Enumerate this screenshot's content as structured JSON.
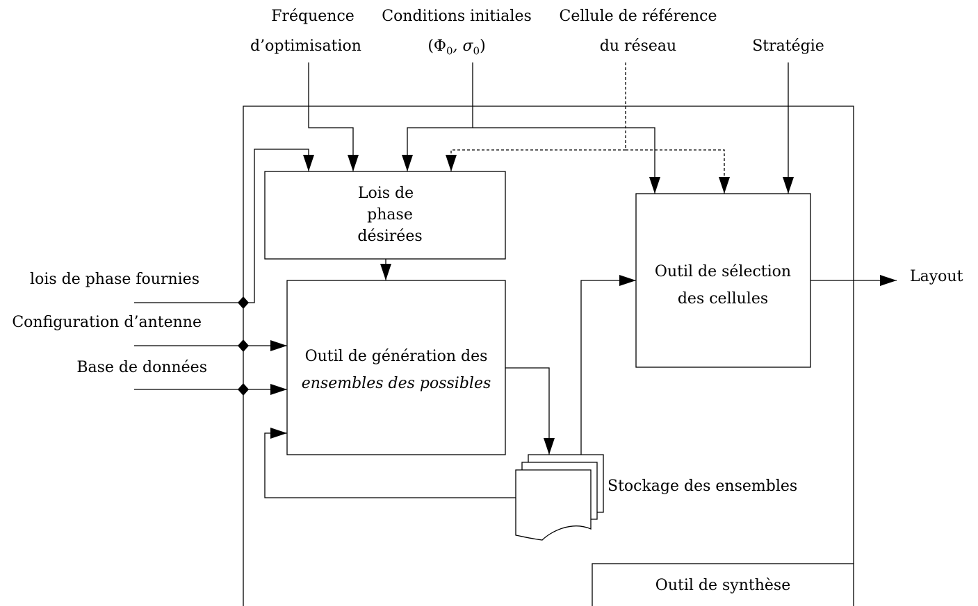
{
  "inputs_top": {
    "frequence_line1": "Fréquence",
    "frequence_line2": "d’optimisation",
    "conditions_line1": "Conditions initiales",
    "conditions_line2_prefix": "(Φ",
    "conditions_line2_sub1": "0",
    "conditions_line2_mid": ", σ",
    "conditions_line2_sub2": "0",
    "conditions_line2_suffix": ")",
    "cellule_line1": "Cellule de référence",
    "cellule_line2": "du réseau",
    "strategie": "Stratégie"
  },
  "inputs_left": {
    "lois_fournies": "lois de phase fournies",
    "configuration": "Configuration d’antenne",
    "base": "Base de données"
  },
  "boxes": {
    "lois_desirees_line1": "Lois de",
    "lois_desirees_line2": "phase",
    "lois_desirees_line3": "désirées",
    "generation_line1": "Outil de génération des",
    "generation_line2": "ensembles des possibles",
    "selection_line1": "Outil de sélection",
    "selection_line2": "des cellules",
    "synthese": "Outil de synthèse"
  },
  "storage_label": "Stockage des ensembles",
  "output_label": "Layout"
}
